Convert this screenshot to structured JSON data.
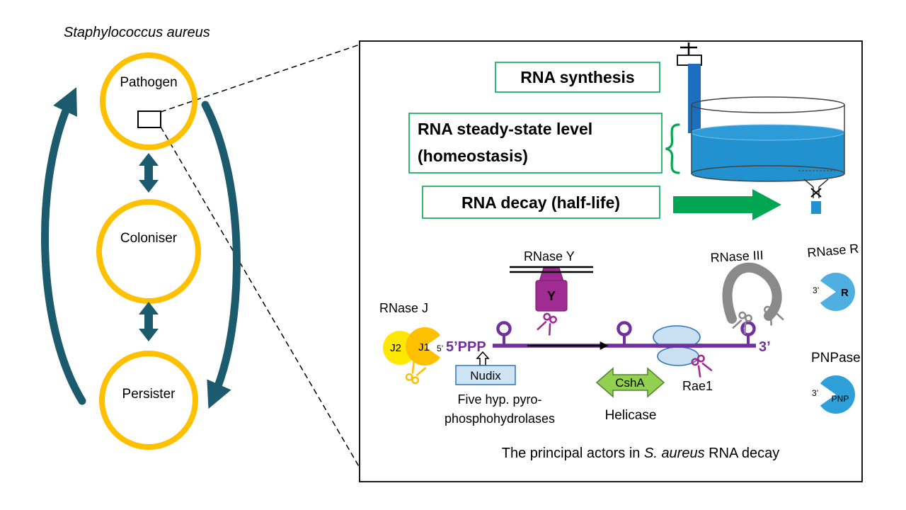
{
  "left": {
    "title": "Staphylococcus aureus",
    "nodes": [
      {
        "label": "Pathogen"
      },
      {
        "label": "Coloniser"
      },
      {
        "label": "Persister"
      }
    ]
  },
  "flow": {
    "synthesis": "RNA synthesis",
    "steady_line1": "RNA steady-state level",
    "steady_line2": "(homeostasis)",
    "decay": "RNA decay (half-life)"
  },
  "actors": {
    "rnase_j": "RNase J",
    "j2": "J2",
    "j1": "J1",
    "j_5prime": "5’",
    "five_ppp": "5’PPP",
    "nudix": "Nudix",
    "nudix_caption1": "Five hyp. pyro-",
    "nudix_caption2": "phosphohydrolases",
    "rnase_y": "RNase Y",
    "y_label": "Y",
    "csha": "CshA",
    "csha_caption": "Helicase",
    "rae1": "Rae1",
    "rnase_iii": "RNase III",
    "end_3prime": "3’",
    "rnase_r": "RNase R",
    "rnase_r_3prime": "3’",
    "rnase_r_label": "R",
    "pnpase": "PNPase",
    "pnpase_3prime": "3’",
    "pnpase_label": "PNP"
  },
  "caption": {
    "prefix": "The principal actors in ",
    "species": "S. aureus",
    "suffix": " RNA decay"
  },
  "colors": {
    "circle_yellow": "#FFC000",
    "arrow_teal": "#1C5A6E",
    "green": "#00A651",
    "water_blue": "#2191D0",
    "stream_blue": "#1B6FBE",
    "purple": "#7030A0",
    "magenta": "#A02B93",
    "nudix_fill": "#CFE4F5",
    "blue_border": "#2E75B6",
    "ribosome_fill": "#C9DFF2",
    "csha_fill": "#92D050",
    "gray": "#8A8A8A",
    "j2_yellow": "#FFE800",
    "j1_orange": "#FFC000",
    "pacman_blue": "#4FAFE0",
    "pnp_blue": "#2E9FD8"
  }
}
